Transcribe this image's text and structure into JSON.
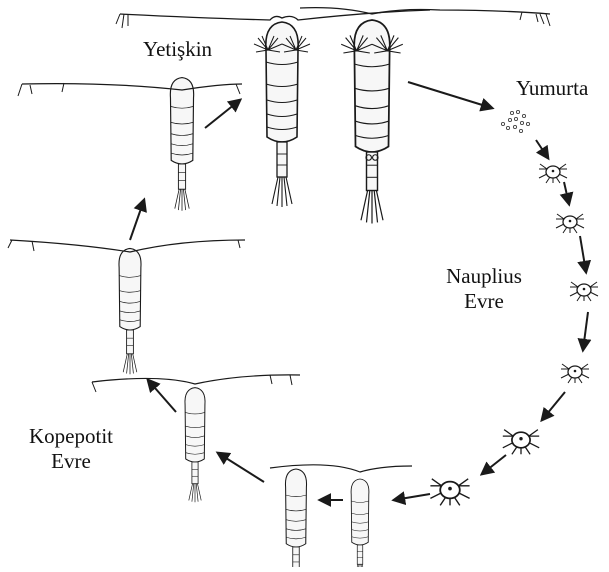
{
  "labels": {
    "adult": "Yetişkin",
    "egg": "Yumurta",
    "nauplius_line1": "Nauplius",
    "nauplius_line2": "Evre",
    "copepodite_line1": "Kopepotit",
    "copepodite_line2": "Evre"
  },
  "colors": {
    "ink": "#1a1a1a",
    "paper": "#ffffff"
  }
}
